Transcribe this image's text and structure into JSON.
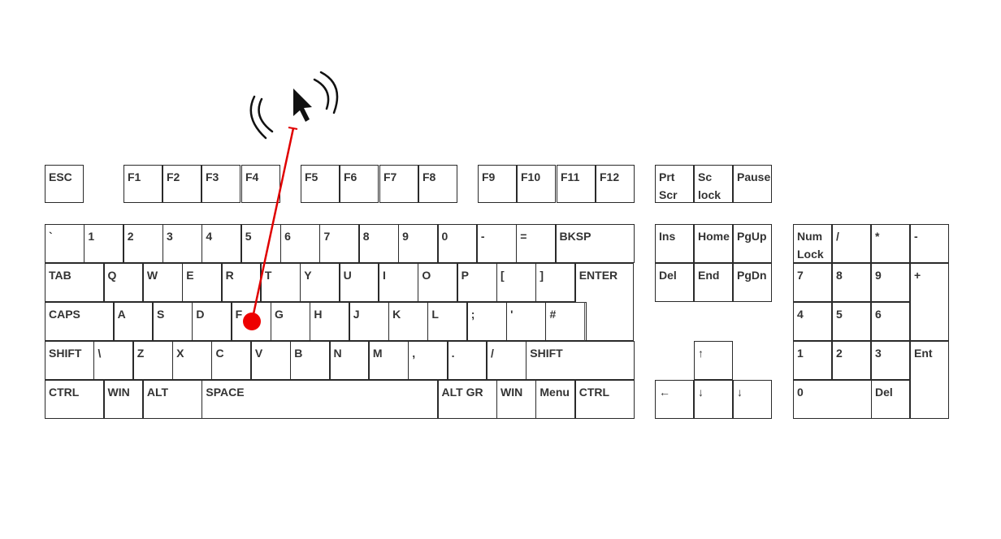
{
  "colors": {
    "key_border": "#2a2a2a",
    "key_text": "#333333",
    "pointer_line": "#e00000",
    "touch_dot": "#ee0000",
    "cursor": "#111111"
  },
  "icons": {
    "cursor": "mouse-pointer-arrow-icon",
    "waves": "wireless-signal-waves-icon",
    "touch": "touch-point-dot-icon"
  },
  "keyboard": {
    "function_row": [
      "ESC",
      "F1",
      "F2",
      "F3",
      "F4",
      "F5",
      "F6",
      "F7",
      "F8",
      "F9",
      "F10",
      "F11",
      "F12"
    ],
    "number_row": [
      "`",
      "1",
      "2",
      "3",
      "4",
      "5",
      "6",
      "7",
      "8",
      "9",
      "0",
      "-",
      "=",
      "BKSP"
    ],
    "tab_row": [
      "TAB",
      "Q",
      "W",
      "E",
      "R",
      "T",
      "Y",
      "U",
      "I",
      "O",
      "P",
      "[",
      "]",
      "ENTER"
    ],
    "caps_row": [
      "CAPS",
      "A",
      "S",
      "D",
      "F",
      "G",
      "H",
      "J",
      "K",
      "L",
      ";",
      "'",
      "#"
    ],
    "shift_row": [
      "SHIFT",
      "\\",
      "Z",
      "X",
      "C",
      "V",
      "B",
      "N",
      "M",
      ",",
      ".",
      "/",
      "SHIFT"
    ],
    "bottom_row": [
      "CTRL",
      "WIN",
      "ALT",
      "SPACE",
      "ALT GR",
      "WIN",
      "Menu",
      "CTRL"
    ],
    "system_keys": [
      "Prt\nScr",
      "Sc\nlock",
      "Pause"
    ],
    "nav_keys": [
      "Ins",
      "Home",
      "PgUp",
      "Del",
      "End",
      "PgDn"
    ],
    "arrow_keys": [
      "↑",
      "←",
      "↓",
      "↓"
    ],
    "numpad": [
      "Num\nLock",
      "/",
      "*",
      "-",
      "7",
      "8",
      "9",
      "+",
      "4",
      "5",
      "6",
      "1",
      "2",
      "3",
      "Ent",
      "0",
      "Del"
    ]
  },
  "pointer": {
    "touched_key": "F"
  }
}
